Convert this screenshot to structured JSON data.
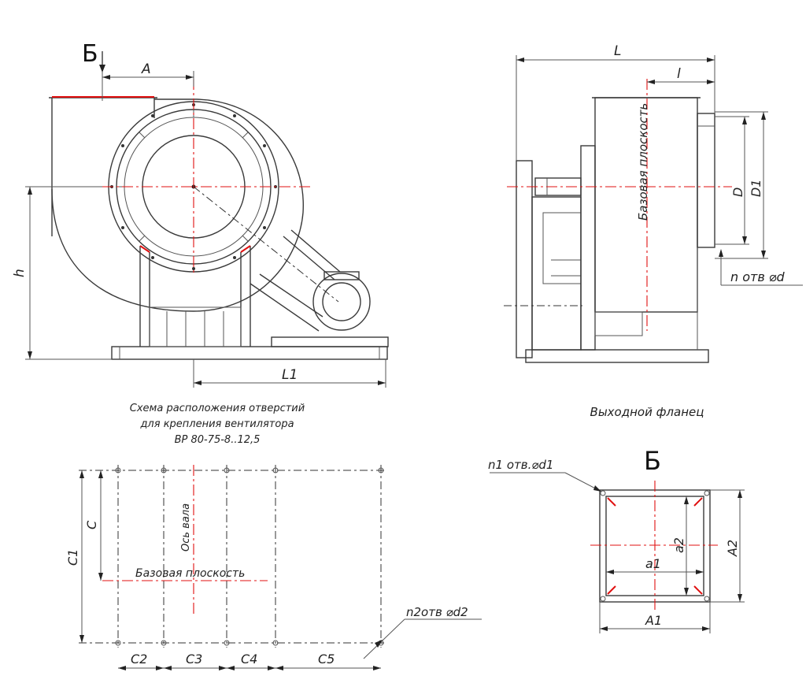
{
  "view_label_top": "Б",
  "view_label_flange": "Б",
  "dims_front": {
    "A": "A",
    "h": "h",
    "L1": "L1"
  },
  "dims_side": {
    "L_total": "L",
    "l": "l",
    "D": "D",
    "D1": "D1",
    "n_holes": "n отв ⌀d"
  },
  "side_base_plane": "Базовая плоскость",
  "hole_scheme_caption_1": "Схема расположения отверстий",
  "hole_scheme_caption_2": "для крепления вентилятора",
  "hole_scheme_caption_3": "ВР 80-75-8..12,5",
  "dims_scheme": {
    "C": "C",
    "C1": "C1",
    "C2": "C2",
    "C3": "C3",
    "C4": "C4",
    "C5": "C5",
    "n2": "n2отв ⌀d2"
  },
  "scheme_shaft_axis": "Ось вала",
  "scheme_base_plane": "Базовая плоскость",
  "flange_caption": "Выходной фланец",
  "dims_flange": {
    "n1": "n1 отв.⌀d1",
    "a1": "a1",
    "a2": "a2",
    "A1": "A1",
    "A2": "A2"
  }
}
